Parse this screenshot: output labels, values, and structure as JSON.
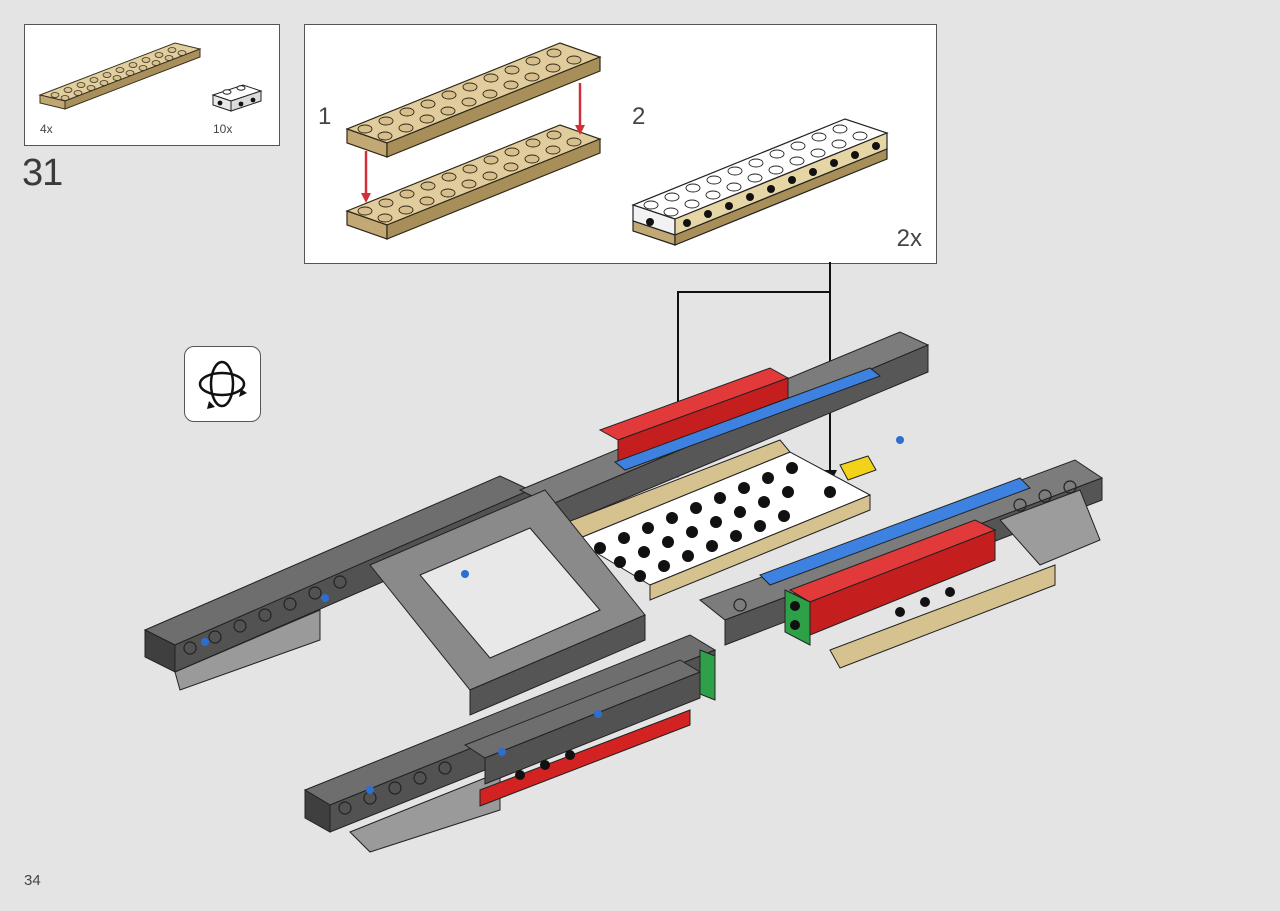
{
  "parts_list": {
    "items": [
      {
        "name": "tan-plate-2x10",
        "quantity": "4x",
        "color": "#d2bb8a"
      },
      {
        "name": "white-brick-1x2-with-pin-holes",
        "quantity": "10x",
        "color": "#ffffff"
      }
    ]
  },
  "step": {
    "number": "31"
  },
  "sub_assembly": {
    "steps": [
      {
        "label": "1"
      },
      {
        "label": "2"
      }
    ],
    "multiplier": "2x"
  },
  "rotate_icon": {
    "name": "rotate-model-icon"
  },
  "page": {
    "number": "34"
  },
  "colors": {
    "tan": "#d2bb8a",
    "dark_grey": "#4e4e4e",
    "light_grey": "#8e8e8e",
    "red": "#d22222",
    "blue": "#2c6fd0",
    "green": "#2ea048",
    "yellow": "#f2d21a",
    "arrow_red": "#d1303a"
  }
}
